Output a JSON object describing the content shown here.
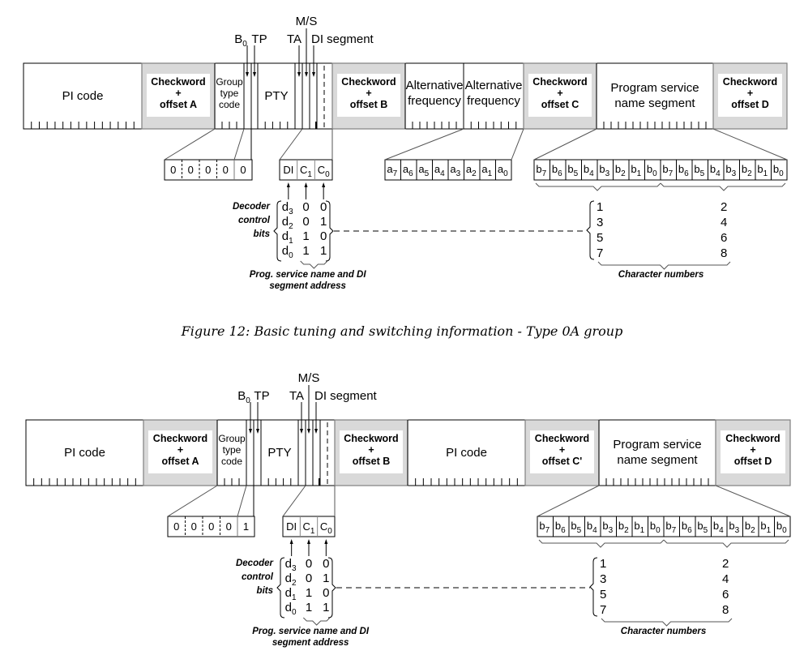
{
  "figures": [
    {
      "id": "type-0a",
      "caption": "Figure 12:  Basic tuning and switching information - Type 0A group",
      "blocks": [
        {
          "label": "PI code",
          "kind": "info"
        },
        {
          "label": [
            "Checkword",
            "+",
            "offset A"
          ],
          "kind": "check"
        },
        {
          "label": [
            "Group",
            "type",
            "code"
          ],
          "kind": "info"
        },
        {
          "label": "PTY",
          "kind": "info"
        },
        {
          "label": [
            "Checkword",
            "+",
            "offset B"
          ],
          "kind": "check"
        },
        {
          "label": [
            "Alternative",
            "frequency"
          ],
          "kind": "info"
        },
        {
          "label": [
            "Alternative",
            "frequency"
          ],
          "kind": "info"
        },
        {
          "label": [
            "Checkword",
            "+",
            "offset C"
          ],
          "kind": "check"
        },
        {
          "label": [
            "Program service",
            "name segment"
          ],
          "kind": "info"
        },
        {
          "label": [
            "Checkword",
            "+",
            "offset D"
          ],
          "kind": "check"
        }
      ],
      "top_labels": {
        "b0": "B",
        "b0_sub": "0",
        "tp": "TP",
        "ta": "TA",
        "ms": "M/S",
        "di_segment": "DI segment"
      },
      "group_code_bits": [
        "0",
        "0",
        "0",
        "0",
        "0"
      ],
      "di_cells": [
        {
          "main": "DI",
          "sub": ""
        },
        {
          "main": "C",
          "sub": "1"
        },
        {
          "main": "C",
          "sub": "0"
        }
      ],
      "af_bits": [
        {
          "main": "a",
          "sub": "7"
        },
        {
          "main": "a",
          "sub": "6"
        },
        {
          "main": "a",
          "sub": "5"
        },
        {
          "main": "a",
          "sub": "4"
        },
        {
          "main": "a",
          "sub": "3"
        },
        {
          "main": "a",
          "sub": "2"
        },
        {
          "main": "a",
          "sub": "1"
        },
        {
          "main": "a",
          "sub": "0"
        }
      ],
      "ps_bits": [
        {
          "main": "b",
          "sub": "7"
        },
        {
          "main": "b",
          "sub": "6"
        },
        {
          "main": "b",
          "sub": "5"
        },
        {
          "main": "b",
          "sub": "4"
        },
        {
          "main": "b",
          "sub": "3"
        },
        {
          "main": "b",
          "sub": "2"
        },
        {
          "main": "b",
          "sub": "1"
        },
        {
          "main": "b",
          "sub": "0"
        },
        {
          "main": "b",
          "sub": "7"
        },
        {
          "main": "b",
          "sub": "6"
        },
        {
          "main": "b",
          "sub": "5"
        },
        {
          "main": "b",
          "sub": "4"
        },
        {
          "main": "b",
          "sub": "3"
        },
        {
          "main": "b",
          "sub": "2"
        },
        {
          "main": "b",
          "sub": "1"
        },
        {
          "main": "b",
          "sub": "0"
        }
      ],
      "decoder_label": [
        "Decoder",
        "control",
        "bits"
      ],
      "decoder_rows": [
        {
          "d": "d",
          "sub": "3",
          "c1": "0",
          "c0": "0"
        },
        {
          "d": "d",
          "sub": "2",
          "c1": "0",
          "c0": "1"
        },
        {
          "d": "d",
          "sub": "1",
          "c1": "1",
          "c0": "0"
        },
        {
          "d": "d",
          "sub": "0",
          "c1": "1",
          "c0": "1"
        }
      ],
      "address_label": [
        "Prog. service name and DI",
        "segment address"
      ],
      "char_rows": [
        [
          "1",
          "2"
        ],
        [
          "3",
          "4"
        ],
        [
          "5",
          "6"
        ],
        [
          "7",
          "8"
        ]
      ],
      "char_label": "Character numbers"
    },
    {
      "id": "type-0b",
      "caption": "",
      "blocks": [
        {
          "label": "PI code",
          "kind": "info"
        },
        {
          "label": [
            "Checkword",
            "+",
            "offset A"
          ],
          "kind": "check"
        },
        {
          "label": [
            "Group",
            "type",
            "code"
          ],
          "kind": "info"
        },
        {
          "label": "PTY",
          "kind": "info"
        },
        {
          "label": [
            "Checkword",
            "+",
            "offset B"
          ],
          "kind": "check"
        },
        {
          "label": "PI code",
          "kind": "info"
        },
        {
          "label": [
            "Checkword",
            "+",
            "offset C'"
          ],
          "kind": "check"
        },
        {
          "label": [
            "Program service",
            "name segment"
          ],
          "kind": "info"
        },
        {
          "label": [
            "Checkword",
            "+",
            "offset D"
          ],
          "kind": "check"
        }
      ],
      "top_labels": {
        "b0": "B",
        "b0_sub": "0",
        "tp": "TP",
        "ta": "TA",
        "ms": "M/S",
        "di_segment": "DI segment"
      },
      "group_code_bits": [
        "0",
        "0",
        "0",
        "0",
        "1"
      ],
      "di_cells": [
        {
          "main": "DI",
          "sub": ""
        },
        {
          "main": "C",
          "sub": "1"
        },
        {
          "main": "C",
          "sub": "0"
        }
      ],
      "ps_bits": [
        {
          "main": "b",
          "sub": "7"
        },
        {
          "main": "b",
          "sub": "6"
        },
        {
          "main": "b",
          "sub": "5"
        },
        {
          "main": "b",
          "sub": "4"
        },
        {
          "main": "b",
          "sub": "3"
        },
        {
          "main": "b",
          "sub": "2"
        },
        {
          "main": "b",
          "sub": "1"
        },
        {
          "main": "b",
          "sub": "0"
        },
        {
          "main": "b",
          "sub": "7"
        },
        {
          "main": "b",
          "sub": "6"
        },
        {
          "main": "b",
          "sub": "5"
        },
        {
          "main": "b",
          "sub": "4"
        },
        {
          "main": "b",
          "sub": "3"
        },
        {
          "main": "b",
          "sub": "2"
        },
        {
          "main": "b",
          "sub": "1"
        },
        {
          "main": "b",
          "sub": "0"
        }
      ],
      "decoder_label": [
        "Decoder",
        "control",
        "bits"
      ],
      "decoder_rows": [
        {
          "d": "d",
          "sub": "3",
          "c1": "0",
          "c0": "0"
        },
        {
          "d": "d",
          "sub": "2",
          "c1": "0",
          "c0": "1"
        },
        {
          "d": "d",
          "sub": "1",
          "c1": "1",
          "c0": "0"
        },
        {
          "d": "d",
          "sub": "0",
          "c1": "1",
          "c0": "1"
        }
      ],
      "address_label": [
        "Prog. service name and DI",
        "segment address"
      ],
      "char_rows": [
        [
          "1",
          "2"
        ],
        [
          "3",
          "4"
        ],
        [
          "5",
          "6"
        ],
        [
          "7",
          "8"
        ]
      ],
      "char_label": "Character numbers"
    }
  ],
  "colors": {
    "check_fill": "#d9d9d9",
    "check_border": "#808080",
    "line": "#000000",
    "connector": "#555555"
  }
}
